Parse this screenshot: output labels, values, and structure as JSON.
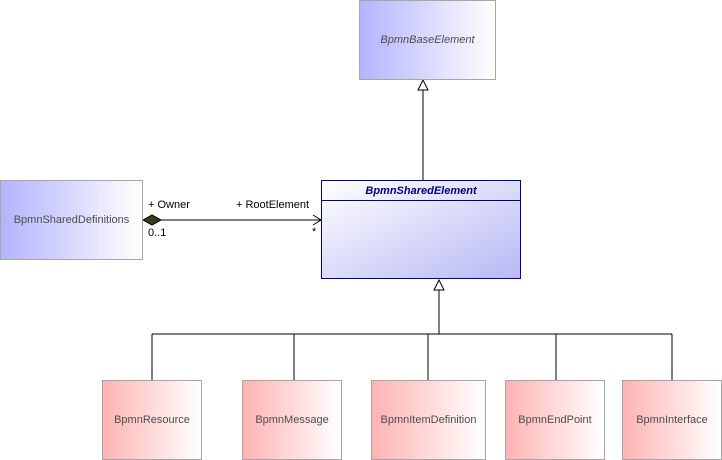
{
  "diagram": {
    "base": "BpmnBaseElement",
    "shared_element": "BpmnSharedElement",
    "definitions": "BpmnSharedDefinitions",
    "association": {
      "owner_role": "+ Owner",
      "owner_multiplicity": "0..1",
      "target_role": "+ RootElement",
      "target_multiplicity": "*"
    },
    "subclasses": [
      "BpmnResource",
      "BpmnMessage",
      "BpmnItemDefinition",
      "BpmnEndPoint",
      "BpmnInterface"
    ]
  },
  "colors": {
    "blue_gradient_start": "#b3b3ff",
    "red_gradient_start": "#ffb3b3",
    "class_border": "#000080",
    "line": "#000000"
  }
}
